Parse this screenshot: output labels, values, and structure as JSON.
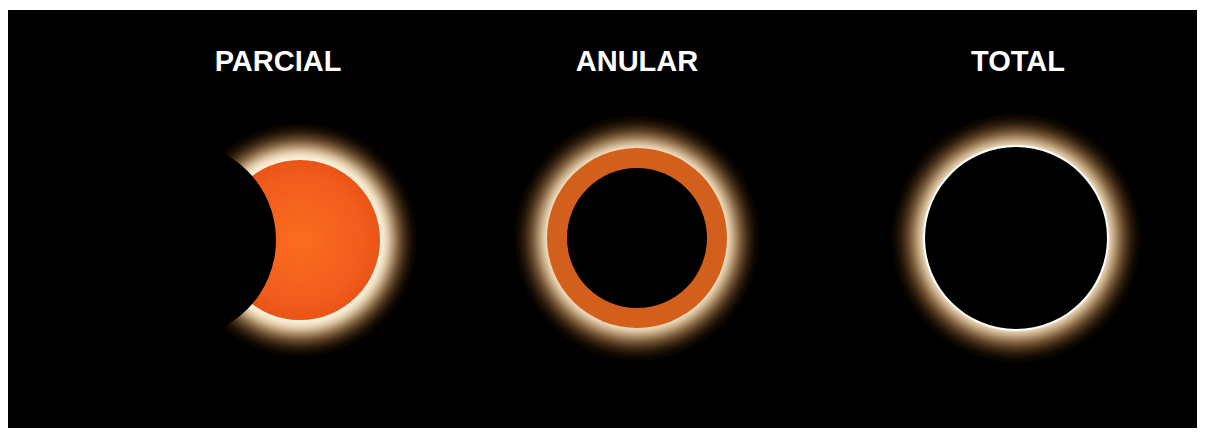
{
  "diagram": {
    "labels": [
      "PARCIAL",
      "ANULAR",
      "TOTAL"
    ]
  }
}
